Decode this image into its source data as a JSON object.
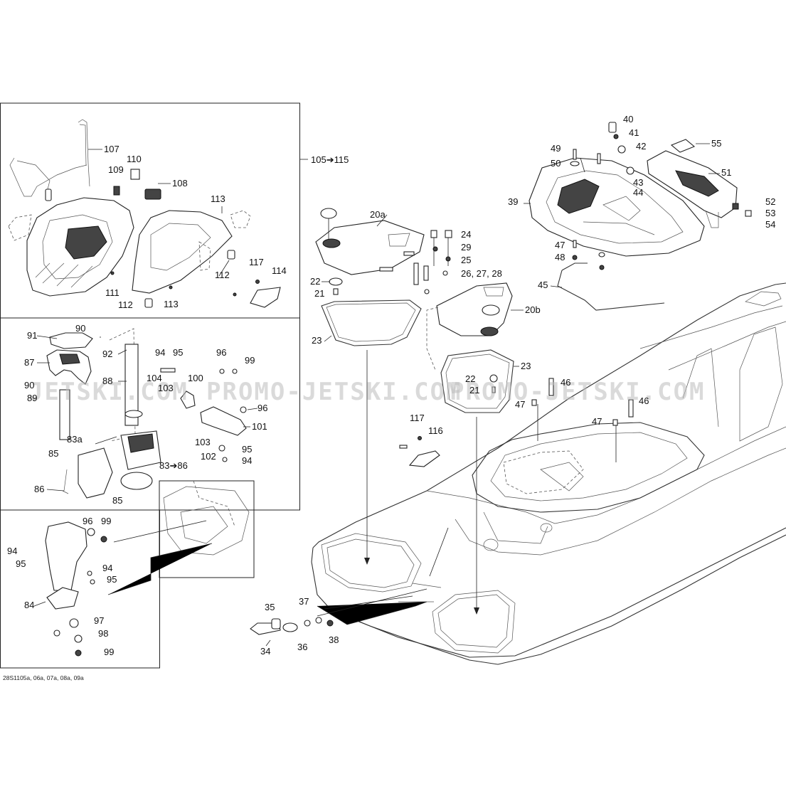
{
  "diagram_code": "28S1105a, 06a, 07a, 08a, 09a",
  "watermarks": [
    "JETSKI.COM",
    "PROMO-JETSKI.COM",
    "PROMO-JETSKI.COM"
  ],
  "top_box_range": "105➔115",
  "labels": {
    "l107": "107",
    "l110": "110",
    "l109": "109",
    "l108": "108",
    "l113a": "113",
    "l117a": "117",
    "l114": "114",
    "l112a": "112",
    "l111": "111",
    "l112b": "112",
    "l113b": "113",
    "l91": "91",
    "l90a": "90",
    "l87": "87",
    "l90b": "90",
    "l89": "89",
    "l92": "92",
    "l88": "88",
    "l94a": "94",
    "l95a": "95",
    "l96a": "96",
    "l99a": "99",
    "l104": "104",
    "l103a": "103",
    "l100": "100",
    "l96b": "96",
    "l101": "101",
    "l83a": "83a",
    "l85a": "85",
    "l83b": "83➔86",
    "l103b": "103",
    "l102": "102",
    "l95b": "95",
    "l94b": "94",
    "l86": "86",
    "l85b": "85",
    "l94c": "94",
    "l96c": "96",
    "l99b": "99",
    "l95c": "95",
    "l94d": "94",
    "l95d": "95",
    "l84": "84",
    "l97": "97",
    "l98": "98",
    "l99c": "99",
    "l20a": "20a",
    "l24": "24",
    "l29": "29",
    "l25": "25",
    "l26": "26, 27, 28",
    "l22a": "22",
    "l21a": "21",
    "l23a": "23",
    "l20b": "20b",
    "l23b": "23",
    "l22b": "22",
    "l21b": "21",
    "l46a": "46",
    "l47a": "47",
    "l47b": "47",
    "l46b": "46",
    "l117b": "117",
    "l116": "116",
    "l40": "40",
    "l41": "41",
    "l49": "49",
    "l42": "42",
    "l55": "55",
    "l50": "50",
    "l51": "51",
    "l39": "39",
    "l43": "43",
    "l44": "44",
    "l52": "52",
    "l53": "53",
    "l54": "54",
    "l47c": "47",
    "l48": "48",
    "l45": "45",
    "l35": "35",
    "l37": "37",
    "l34": "34",
    "l36": "36",
    "l38": "38"
  }
}
